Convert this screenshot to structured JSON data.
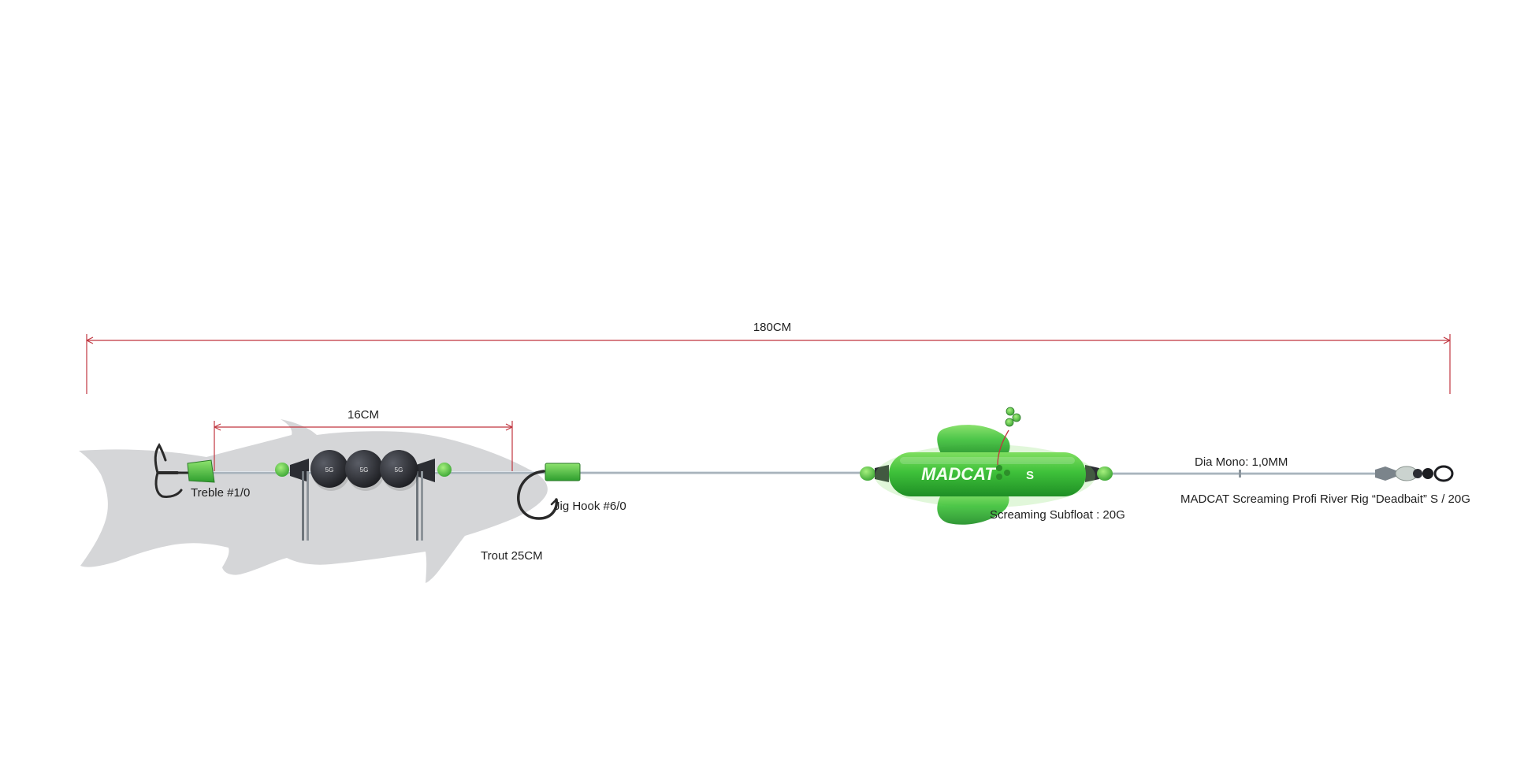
{
  "dimensions": {
    "total": "180CM",
    "weight_spacing": "16CM"
  },
  "labels": {
    "treble": "Treble #1/0",
    "jig_hook": "Jig Hook #6/0",
    "trout": "Trout 25CM",
    "subfloat": "Screaming Subfloat : 20G",
    "mono": "Dia Mono: 1,0MM",
    "product": "MADCAT Screaming Profi River Rig “Deadbait” S / 20G"
  },
  "weights": [
    {
      "label": "5G"
    },
    {
      "label": "5G"
    },
    {
      "label": "5G"
    }
  ],
  "float": {
    "brand": "MADCAT",
    "size": "S"
  },
  "colors": {
    "dimension_line": "#c0353f",
    "fish": "#d5d6d8",
    "green": "#3dbb3a",
    "green_light": "#7ad864",
    "line": "#a9b4bd",
    "weight": "#2b2d33",
    "text": "#1f1f1f"
  }
}
